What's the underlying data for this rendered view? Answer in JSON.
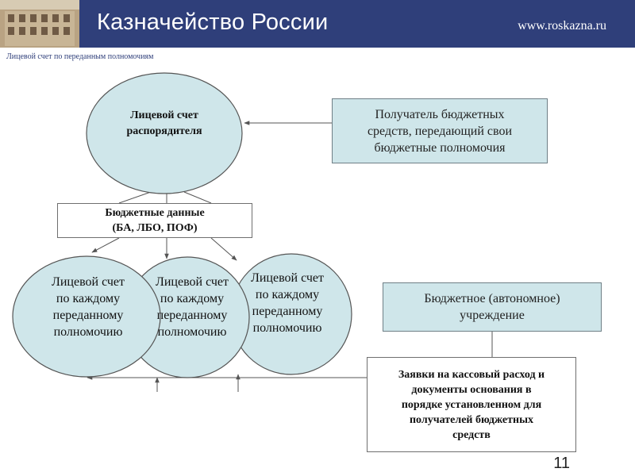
{
  "header": {
    "title": "Казначейство России",
    "website": "www.roskazna.ru"
  },
  "breadcrumb": "Лицевой счет по переданным полномочиям",
  "diagram": {
    "top_account": "Лицевой счет\nраспорядителя",
    "recipient_box": "Получатель бюджетных\nсредств, передающий свои\nбюджетные полномочия",
    "budget_data_box": "Бюджетные данные\n(БА, ЛБО, ПОФ)",
    "delegated_account_label": "Лицевой счет\nпо каждому\nпереданному\nполномочию",
    "institution_box": "Бюджетное (автономное)\nучреждение",
    "requests_box": "Заявки на кассовый расход и\nдокументы основания в\nпорядке установленном для\nполучателей бюджетных\nсредств"
  },
  "page_number": "11",
  "colors": {
    "header_bg": "#2f3f7a",
    "ellipse_fill": "#cfe6ea",
    "box_fill": "#cfe6ea",
    "line": "#555555"
  }
}
